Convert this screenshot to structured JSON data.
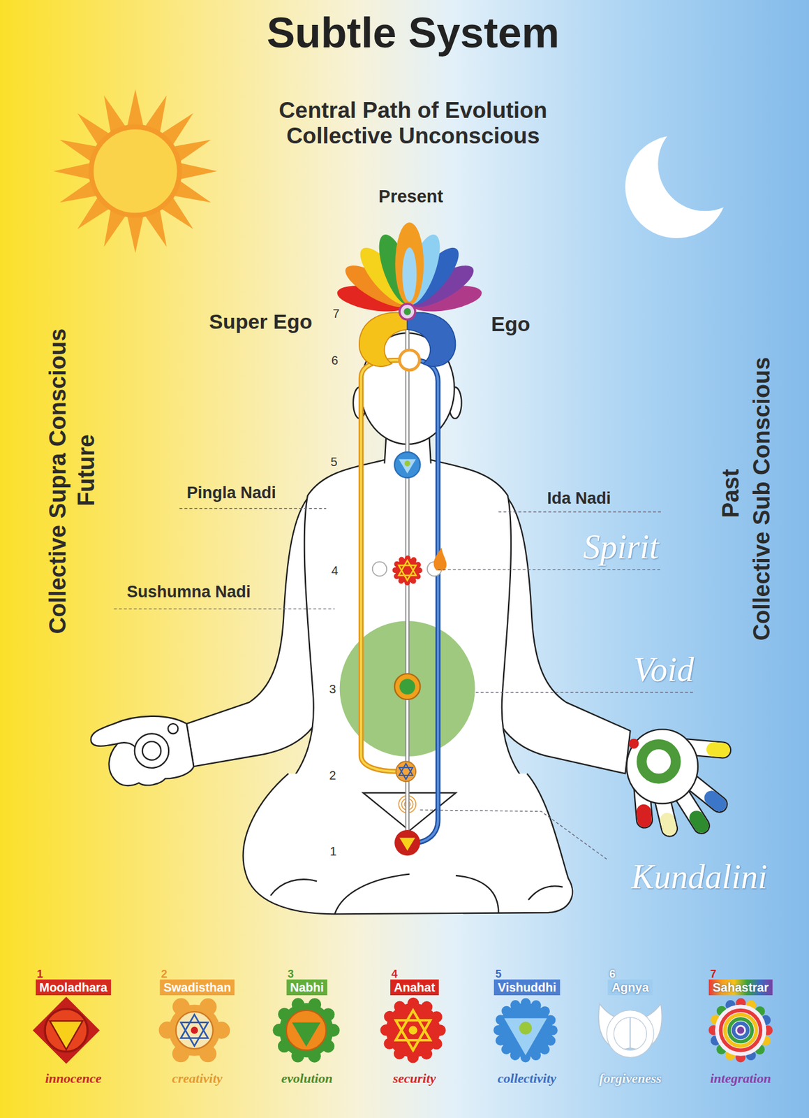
{
  "diagram": {
    "title": "Subtle System",
    "nodes": [
      {
        "text": [
          "Mooladhara"
        ]
      },
      {
        "text": [
          "Swadisthan"
        ]
      },
      {
        "text": [
          "Nabhi"
        ]
      },
      {
        "text": [
          "Anahat"
        ]
      },
      {
        "text": [
          "Vishuddhi"
        ]
      },
      {
        "text": [
          "Agnya"
        ]
      },
      {
        "text": [
          "Sahastrar"
        ]
      }
    ],
    "labels": [
      "Central Path of Evolution",
      "Collective Unconscious",
      "Present",
      "Super Ego",
      "Ego",
      "7",
      "6",
      "5",
      "4",
      "3",
      "2",
      "1",
      "Pingla Nadi",
      "Ida Nadi",
      "Sushumna Nadi",
      "Spirit",
      "Void",
      "Kundalini",
      "Collective Supra Conscious",
      "Future",
      "Past",
      "Collective Sub Conscious",
      "1",
      "innocence",
      "2",
      "creativity",
      "3",
      "evolution",
      "4",
      "security",
      "5",
      "collectivity",
      "6",
      "forgiveness",
      "7",
      "integration"
    ]
  }
}
